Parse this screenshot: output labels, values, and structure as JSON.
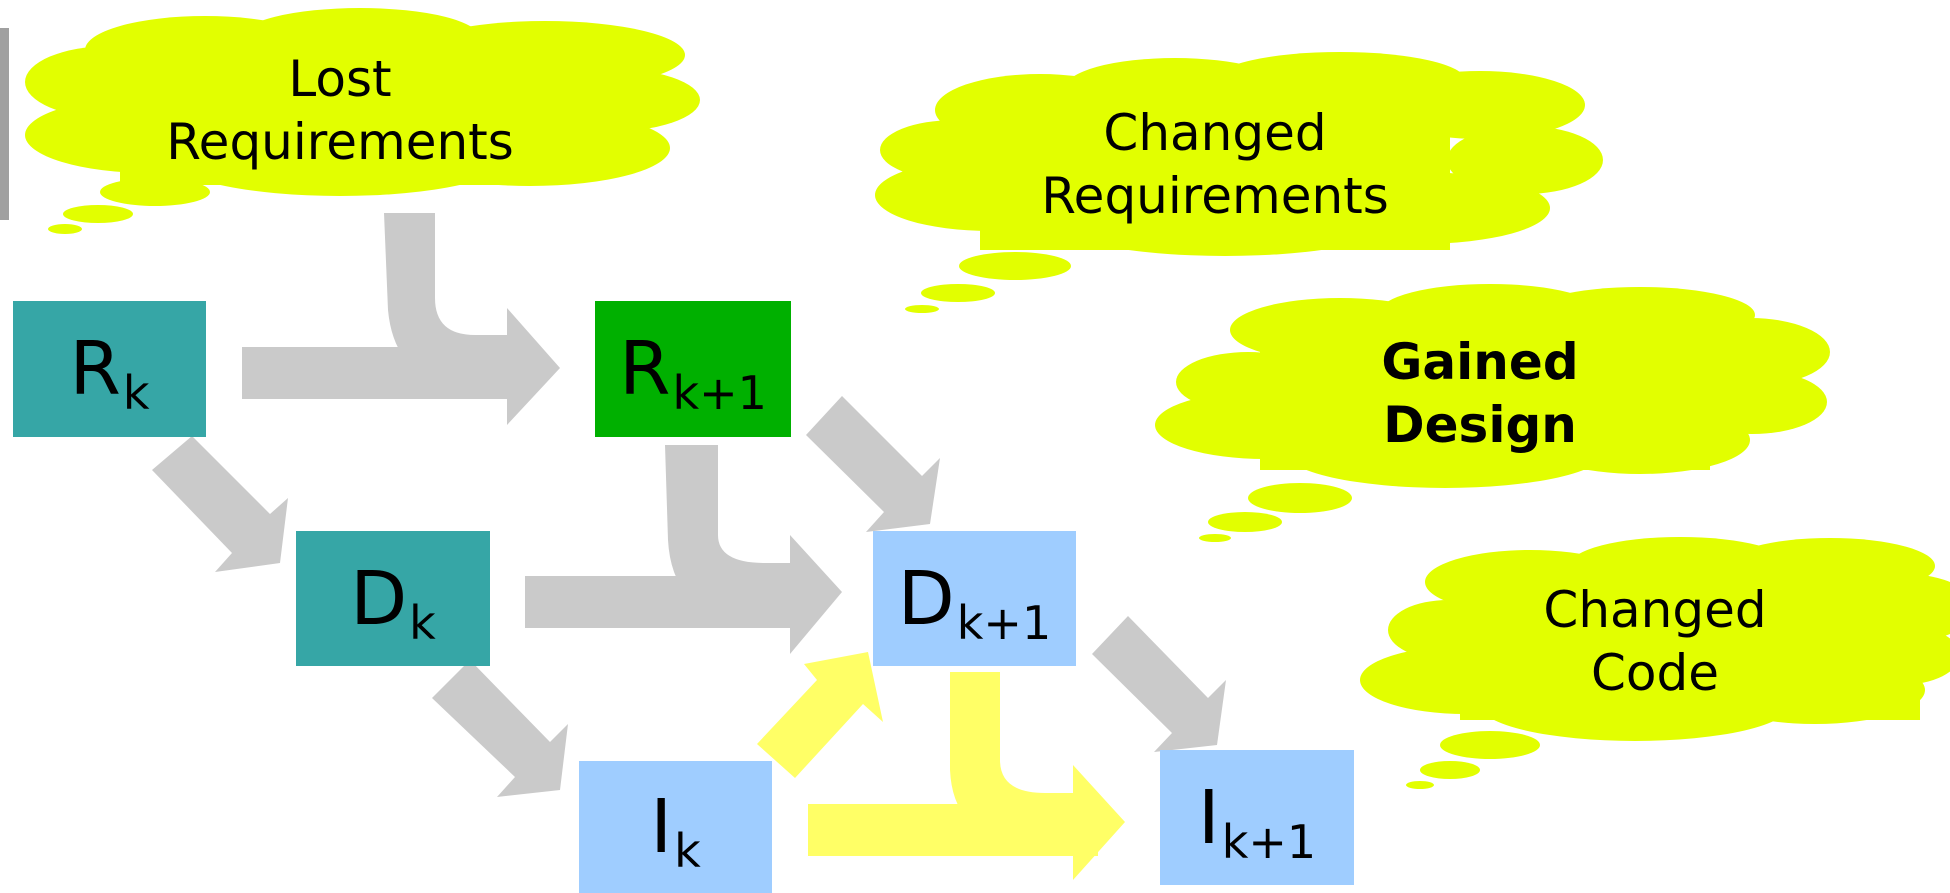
{
  "colors": {
    "cloud_fill": "#e2ff00",
    "requirements_box": "#36a6a6",
    "design_box": "#36a6a6",
    "new_requirements_box": "#00b000",
    "changed_box": "#9fcdff",
    "gray_arrow": "#cacaca",
    "yellow_arrow": "#ffff66",
    "left_bar": "#a0a0a0"
  },
  "clouds": [
    {
      "id": "lost-requirements",
      "lines": [
        "Lost",
        "Requirements"
      ],
      "bold": false
    },
    {
      "id": "changed-requirements",
      "lines": [
        "Changed",
        "Requirements"
      ],
      "bold": false
    },
    {
      "id": "gained-design",
      "lines": [
        "Gained",
        "Design"
      ],
      "bold": true
    },
    {
      "id": "changed-code",
      "lines": [
        "Changed",
        "Code"
      ],
      "bold": false
    }
  ],
  "boxes": [
    {
      "id": "r-k",
      "main": "R",
      "sub": "k",
      "color_key": "requirements_box"
    },
    {
      "id": "r-k1",
      "main": "R",
      "sub": "k+1",
      "color_key": "new_requirements_box"
    },
    {
      "id": "d-k",
      "main": "D",
      "sub": "k",
      "color_key": "design_box"
    },
    {
      "id": "d-k1",
      "main": "D",
      "sub": "k+1",
      "color_key": "changed_box"
    },
    {
      "id": "i-k",
      "main": "I",
      "sub": "k",
      "color_key": "changed_box"
    },
    {
      "id": "i-k1",
      "main": "I",
      "sub": "k+1",
      "color_key": "changed_box"
    }
  ]
}
